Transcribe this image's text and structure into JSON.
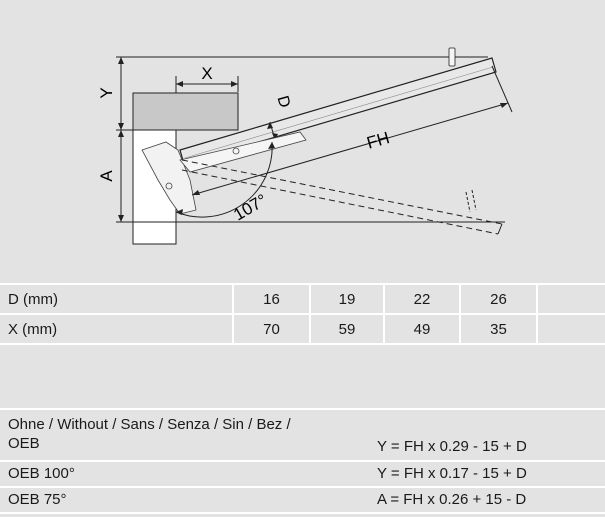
{
  "diagram": {
    "labels": {
      "y": "Y",
      "x": "X",
      "a": "A",
      "d": "D",
      "fh": "FH",
      "angle": "107°"
    }
  },
  "dims_table": {
    "rows": [
      {
        "label": "D (mm)",
        "values": [
          "16",
          "19",
          "22",
          "26"
        ]
      },
      {
        "label": "X (mm)",
        "values": [
          "70",
          "59",
          "49",
          "35"
        ]
      }
    ]
  },
  "formulas": [
    {
      "fitting_line1": "Ohne / Without / Sans / Senza / Sin / Bez /",
      "fitting_line2": "OEB",
      "formula": "Y = FH x 0.29 - 15 + D"
    },
    {
      "fitting": "OEB 100°",
      "formula": "Y = FH x 0.17 - 15 + D"
    },
    {
      "fitting": "OEB 75°",
      "formula": "A = FH x 0.26 + 15 - D"
    }
  ],
  "colors": {
    "background": "#e3e3e3",
    "cabinet_top": "#c8c8c8",
    "cabinet_side": "#ffffff",
    "line": "#222222",
    "divider": "#ffffff"
  }
}
